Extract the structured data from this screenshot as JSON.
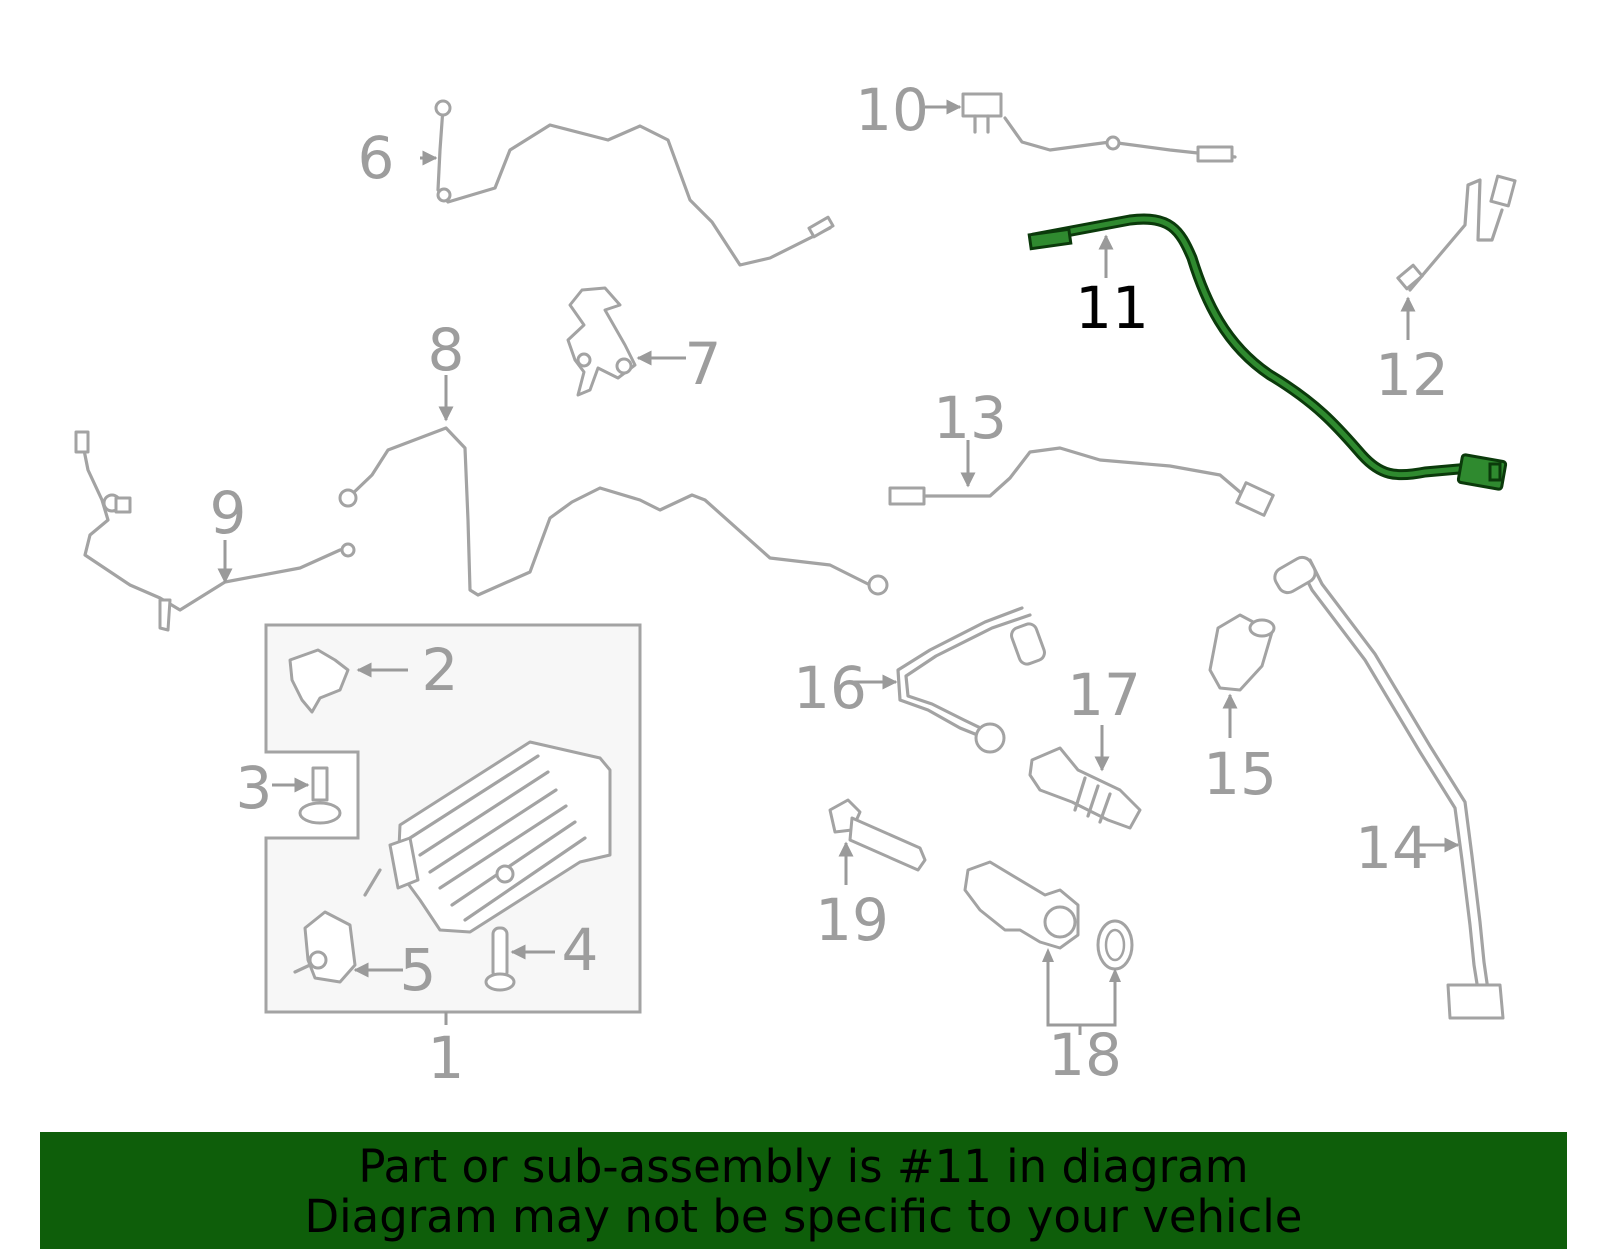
{
  "diagram": {
    "highlighted_part": "11",
    "callouts": [
      "1",
      "2",
      "3",
      "4",
      "5",
      "6",
      "7",
      "8",
      "9",
      "10",
      "11",
      "12",
      "13",
      "14",
      "15",
      "16",
      "17",
      "18",
      "19"
    ]
  },
  "banner": {
    "line1": "Part or sub-assembly is #11 in diagram",
    "line2": "Diagram may not be specific to your vehicle",
    "background_color": "#0e5e0a"
  },
  "colors": {
    "part_stroke": "#a3a3a3",
    "highlight": "#2f8a2f",
    "highlight_outline": "#0b3a0b"
  }
}
